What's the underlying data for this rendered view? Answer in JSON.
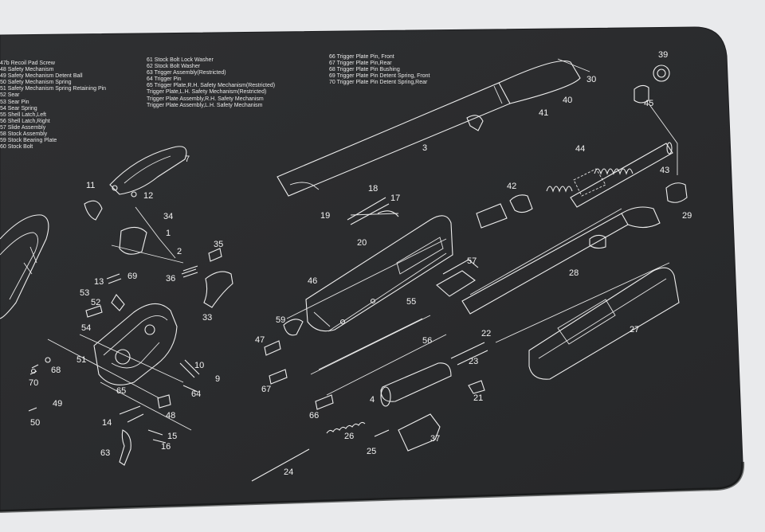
{
  "legend": {
    "col1": [
      "47b Recoil Pad Screw",
      "48 Safety Mechanism",
      "49 Safety Mechanism Detent Ball",
      "50 Safety Mechanism Spring",
      "51 Safety Mechanism Spring Retaining Pin",
      "52 Sear",
      "53 Sear Pin",
      "54 Sear Spring",
      "55 Shell Latch,Left",
      "56 Shell Latch,Right",
      "57 Slide Assembly",
      "58 Stock Assembly",
      "59 Stock Bearing Plate",
      "60 Stock Bolt"
    ],
    "col2": [
      "61 Stock Bolt Lock Washer",
      "62 Stock Bolt Washer",
      "63 Trigger Assembly(Restricted)",
      "64 Trigger Pin",
      "65 Trigger Plate,R.H. Safety Mechanism(Restricted)",
      "Trigger Plate,L.H. Safety Mechanism(Restricted)",
      "Trigger Plate Assembly,R.H. Safety Mechanism",
      "Trigger Plate Assembly,L.H. Safety Mechanism"
    ],
    "col3": [
      "66 Trigger Plate Pin, Front",
      "67 Trigger Plate Pin,Rear",
      "68 Trigger Plate Pin Bushing",
      "69 Trigger Plate Pin Detent Spring, Front",
      "70 Trigger Plate Pin Detent Spring,Rear"
    ]
  },
  "part_numbers": {
    "p1": "1",
    "p2": "2",
    "p3": "3",
    "p4": "4",
    "p7": "7",
    "p9": "9",
    "p10": "10",
    "p11": "11",
    "p12": "12",
    "p13": "13",
    "p14": "14",
    "p15": "15",
    "p16": "16",
    "p17": "17",
    "p18": "18",
    "p19": "19",
    "p20": "20",
    "p21": "21",
    "p22": "22",
    "p23": "23",
    "p24": "24",
    "p25": "25",
    "p26": "26",
    "p27": "27",
    "p28": "28",
    "p29": "29",
    "p30": "30",
    "p33": "33",
    "p34": "34",
    "p35": "35",
    "p36": "36",
    "p37": "37",
    "p39": "39",
    "p40": "40",
    "p41": "41",
    "p42": "42",
    "p43": "43",
    "p44": "44",
    "p45": "45",
    "p46": "46",
    "p47": "47",
    "p48": "48",
    "p49": "49",
    "p50": "50",
    "p51": "51",
    "p52": "52",
    "p53": "53",
    "p54": "54",
    "p55": "55",
    "p56": "56",
    "p57": "57",
    "p59": "59",
    "p63": "63",
    "p64": "64",
    "p65": "65",
    "p66": "66",
    "p67": "67",
    "p68": "68",
    "p69": "69",
    "p70": "70"
  },
  "colors": {
    "background": "#e9eaec",
    "mat": "#2c2d2f",
    "line_art": "#ededed"
  }
}
